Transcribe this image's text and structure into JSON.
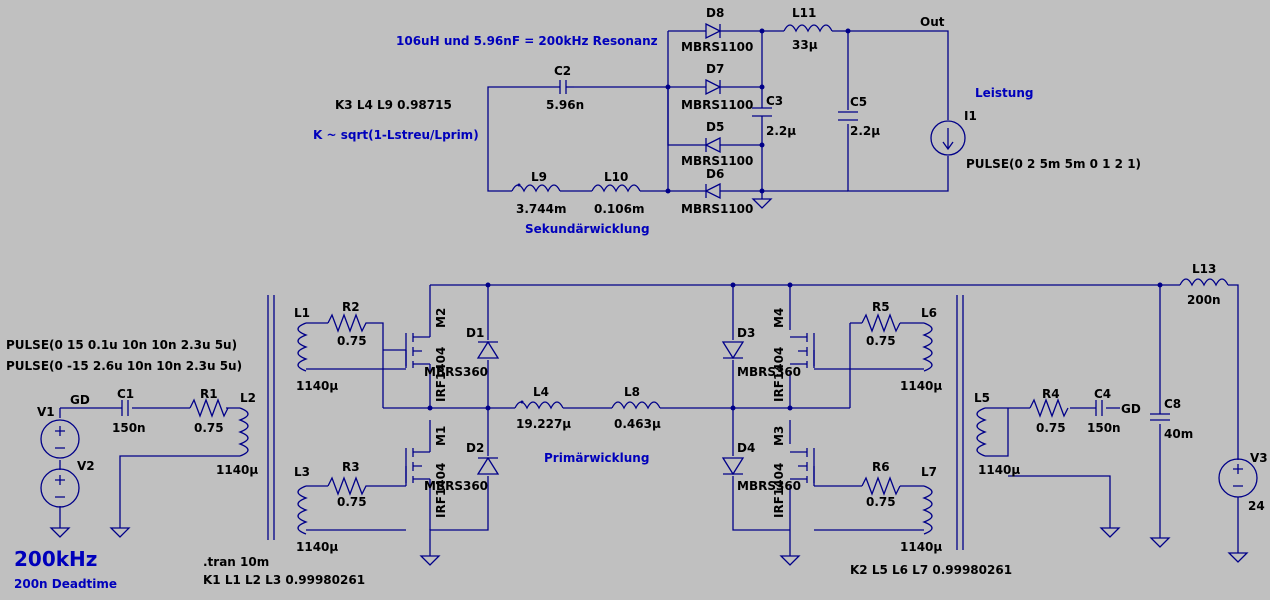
{
  "colors": {
    "background": "#c0c0c0",
    "wire": "#000088",
    "comment": "#0000bb",
    "text": "#000000"
  },
  "comments": {
    "resonance": "106uH und 5.96nF = 200kHz Resonanz",
    "k_formula": "K ~ sqrt(1-Lstreu/Lprim)",
    "secondary": "Sekundärwicklung",
    "primary": "Primärwicklung",
    "power": "Leistung",
    "freq": "200kHz",
    "deadtime": "200n Deadtime"
  },
  "directives": {
    "k3": "K3 L4 L9 0.98715",
    "tran": ".tran 10m",
    "k1": "K1 L1 L2 L3 0.99980261",
    "k2": "K2 L5 L6 L7 0.99980261"
  },
  "nets": {
    "out": "Out",
    "gd1": "GD",
    "gd2": "GD"
  },
  "sources": {
    "v1": {
      "name": "V1",
      "value": "PULSE(0 15 0.1u 10n 10n 2.3u 5u)"
    },
    "v2": {
      "name": "V2",
      "value": "PULSE(0 -15 2.6u 10n 10n 2.3u 5u)"
    },
    "v3": {
      "name": "V3",
      "value": "24"
    },
    "i1": {
      "name": "I1",
      "value": "PULSE(0 2 5m 5m 0 1 2 1)"
    }
  },
  "inductors": {
    "l1": {
      "name": "L1",
      "value": "1140µ"
    },
    "l2": {
      "name": "L2",
      "value": "1140µ"
    },
    "l3": {
      "name": "L3",
      "value": "1140µ"
    },
    "l4": {
      "name": "L4",
      "value": "19.227µ"
    },
    "l5": {
      "name": "L5",
      "value": "1140µ"
    },
    "l6": {
      "name": "L6",
      "value": "1140µ"
    },
    "l7": {
      "name": "L7",
      "value": "1140µ"
    },
    "l8": {
      "name": "L8",
      "value": "0.463µ"
    },
    "l9": {
      "name": "L9",
      "value": "3.744m"
    },
    "l10": {
      "name": "L10",
      "value": "0.106m"
    },
    "l11": {
      "name": "L11",
      "value": "33µ"
    },
    "l13": {
      "name": "L13",
      "value": "200n"
    }
  },
  "resistors": {
    "r1": {
      "name": "R1",
      "value": "0.75"
    },
    "r2": {
      "name": "R2",
      "value": "0.75"
    },
    "r3": {
      "name": "R3",
      "value": "0.75"
    },
    "r4": {
      "name": "R4",
      "value": "0.75"
    },
    "r5": {
      "name": "R5",
      "value": "0.75"
    },
    "r6": {
      "name": "R6",
      "value": "0.75"
    }
  },
  "capacitors": {
    "c1": {
      "name": "C1",
      "value": "150n"
    },
    "c2": {
      "name": "C2",
      "value": "5.96n"
    },
    "c3": {
      "name": "C3",
      "value": "2.2µ"
    },
    "c4": {
      "name": "C4",
      "value": "150n"
    },
    "c5": {
      "name": "C5",
      "value": "2.2µ"
    },
    "c8": {
      "name": "C8",
      "value": "40m"
    }
  },
  "diodes": {
    "d1": {
      "name": "D1",
      "value": "MBRS360"
    },
    "d2": {
      "name": "D2",
      "value": "MBRS360"
    },
    "d3": {
      "name": "D3",
      "value": "MBRS360"
    },
    "d4": {
      "name": "D4",
      "value": "MBRS360"
    },
    "d5": {
      "name": "D5",
      "value": "MBRS1100"
    },
    "d6": {
      "name": "D6",
      "value": "MBRS1100"
    },
    "d7": {
      "name": "D7",
      "value": "MBRS1100"
    },
    "d8": {
      "name": "D8",
      "value": "MBRS1100"
    }
  },
  "mosfets": {
    "m1": {
      "name": "M1",
      "value": "IRF1404"
    },
    "m2": {
      "name": "M2",
      "value": "IRF1404"
    },
    "m3": {
      "name": "M3",
      "value": "IRF1404"
    },
    "m4": {
      "name": "M4",
      "value": "IRF1404"
    }
  }
}
